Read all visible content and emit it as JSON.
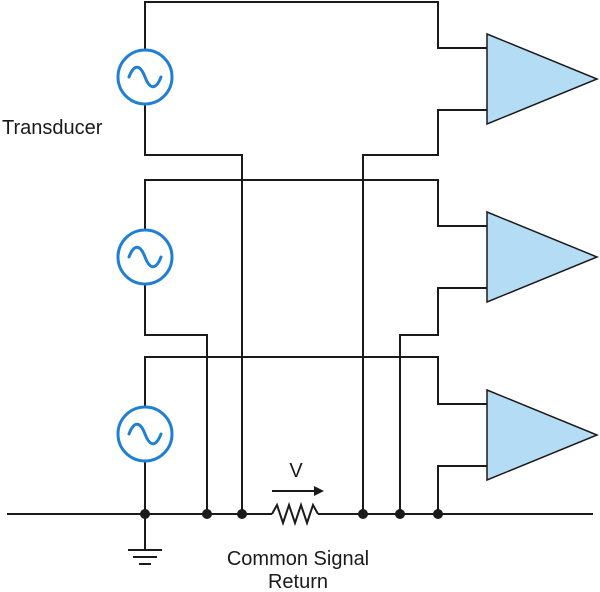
{
  "labels": {
    "transducer": "Transducer",
    "voltage": "V",
    "return_line1": "Common Signal",
    "return_line2": "Return"
  },
  "colors": {
    "source_stroke": "#1f7fd4",
    "amplifier_fill": "#b5dcf5",
    "wire": "#1a1a1a"
  },
  "icons": {
    "source": "ac-source-icon",
    "amplifier": "amplifier-triangle-icon",
    "ground": "ground-icon",
    "resistor": "resistor-icon"
  }
}
